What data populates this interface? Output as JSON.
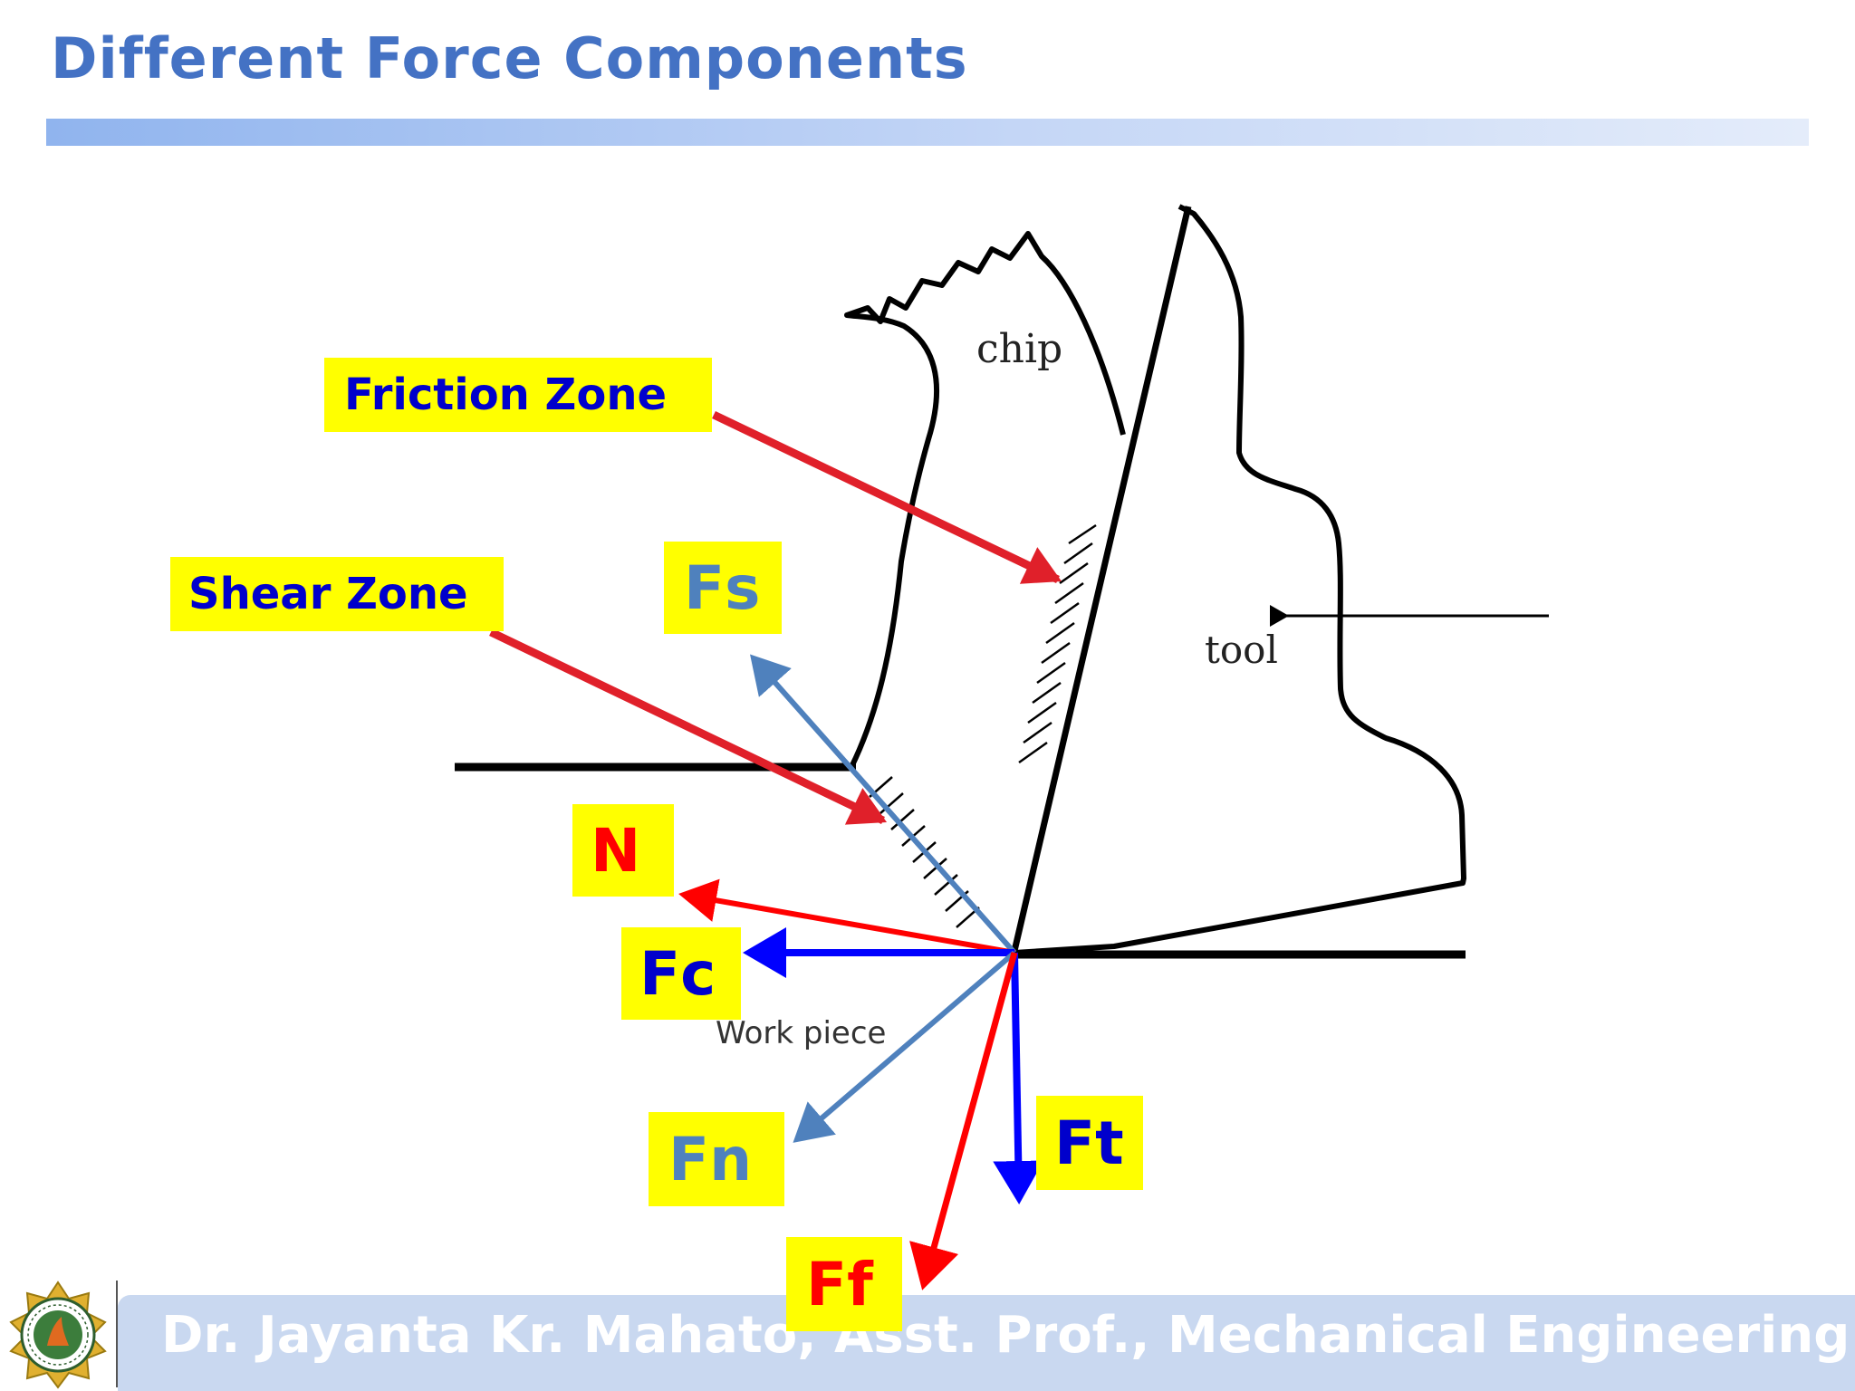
{
  "slide": {
    "title": "Different Force Components",
    "footer": "Dr. Jayanta Kr. Mahato, Asst. Prof., Mechanical Engineering"
  },
  "diagram": {
    "chip_label": "chip",
    "tool_label": "tool",
    "workpiece_label": "Work piece",
    "callouts": {
      "friction_zone": "Friction Zone",
      "shear_zone": "Shear Zone"
    },
    "forces": {
      "fs": "Fs",
      "n": "N",
      "fc": "Fc",
      "fn": "Fn",
      "ft": "Ft",
      "ff": "Ff"
    },
    "colors": {
      "title": "#4472C4",
      "label_bg": "#FFFF00",
      "callout_text": "#0000CC",
      "red_arrow": "#FF0000",
      "blue_arrow": "#0000FF",
      "steel_blue_arrow": "#4F81BD",
      "callout_arrow": "#E0202A"
    }
  }
}
